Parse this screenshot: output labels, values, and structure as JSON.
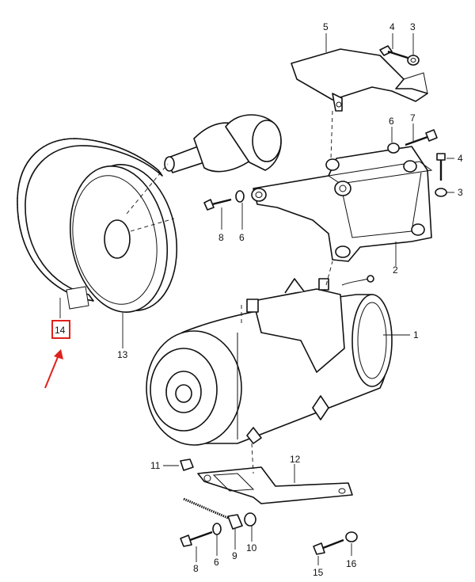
{
  "diagram": {
    "highlight_color": "#e0201b",
    "highlighted_part": "14",
    "labels": {
      "p1": "1",
      "p2": "2",
      "p3a": "3",
      "p3b": "3",
      "p4a": "4",
      "p4b": "4",
      "p5": "5",
      "p6a": "6",
      "p6b": "6",
      "p6c": "6",
      "p7": "7",
      "p8a": "8",
      "p8b": "8",
      "p9": "9",
      "p10": "10",
      "p11": "11",
      "p12": "12",
      "p13": "13",
      "p14": "14",
      "p15": "15",
      "p16": "16"
    }
  }
}
